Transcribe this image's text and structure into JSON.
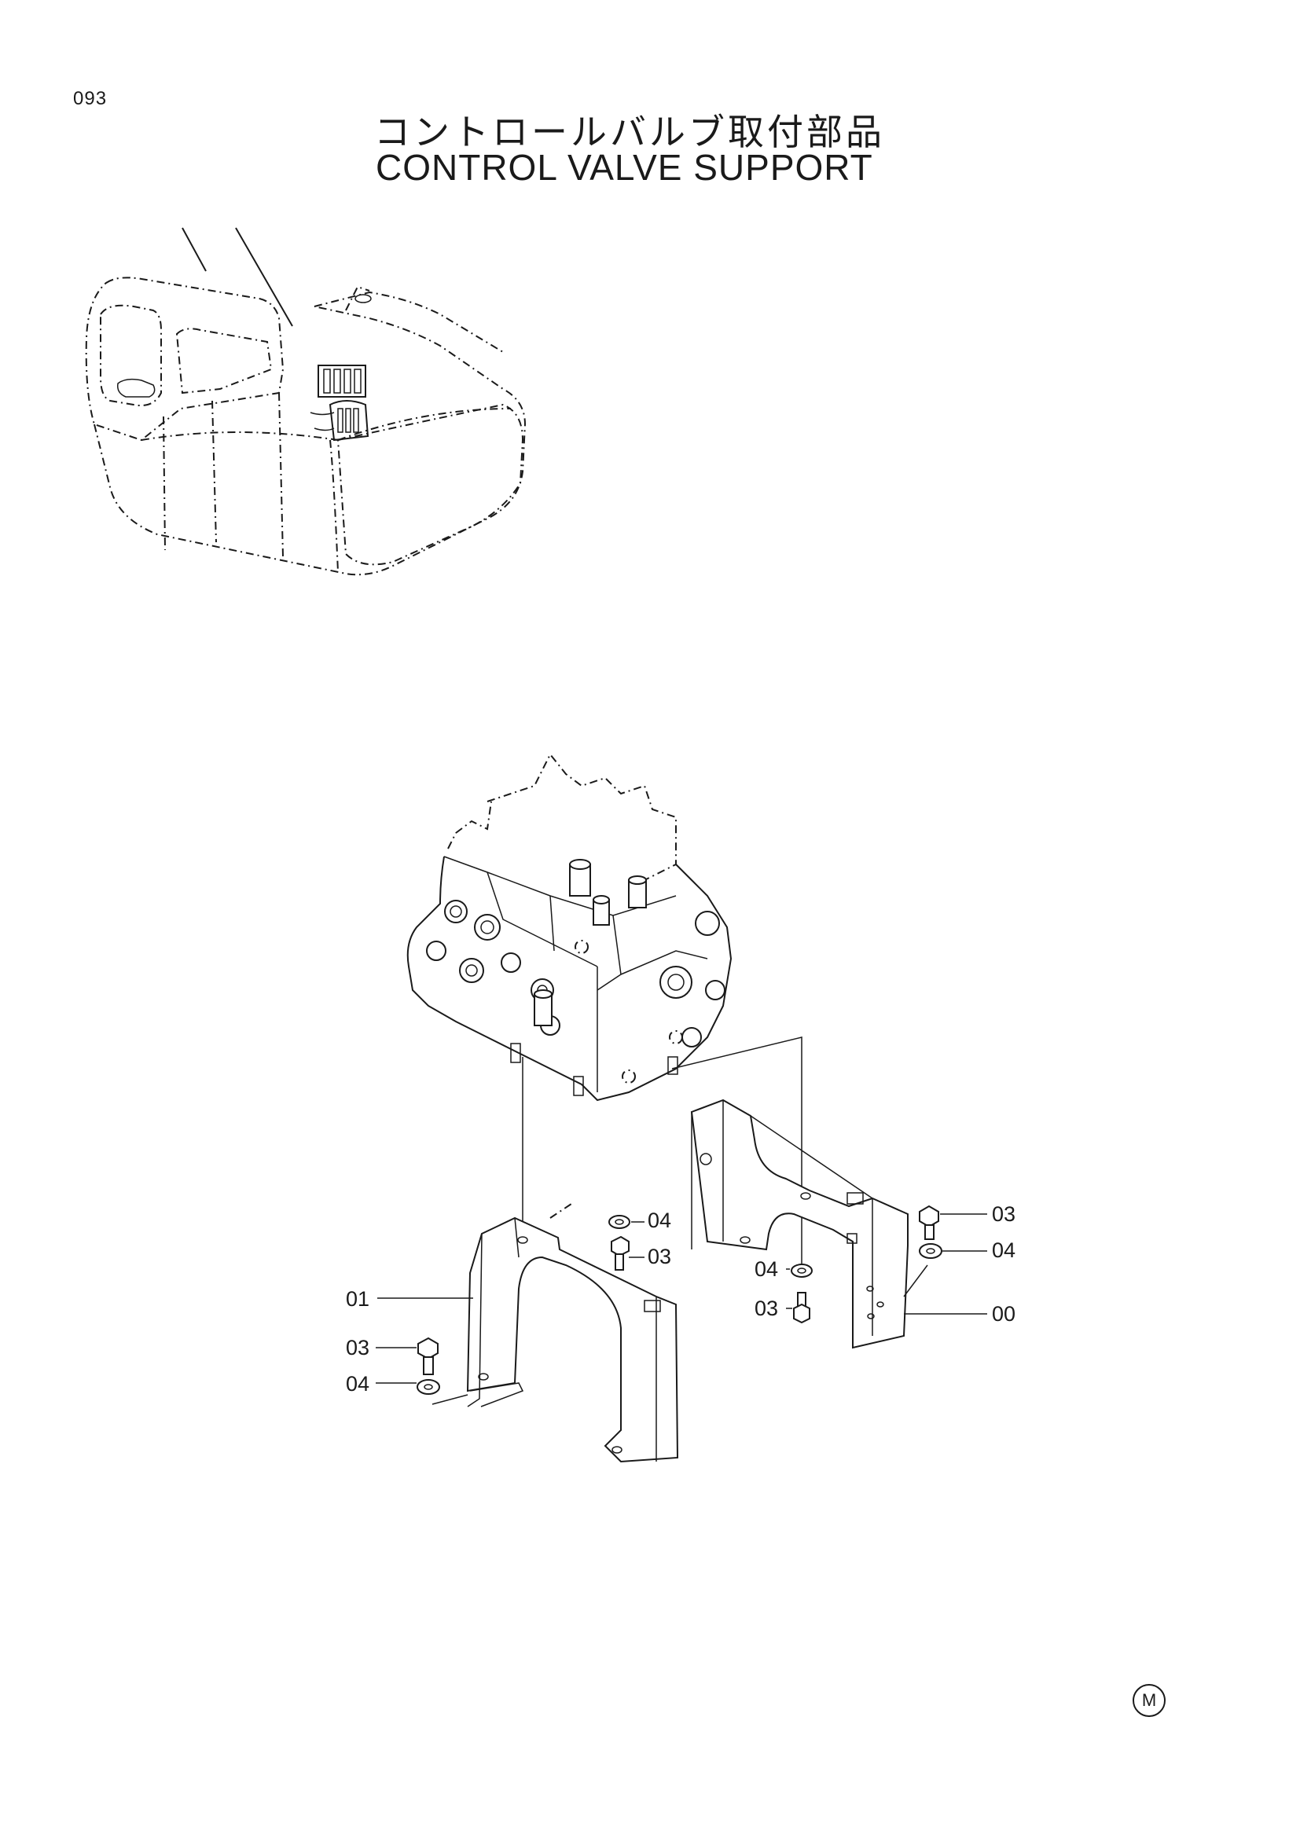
{
  "header": {
    "page_number": "093",
    "title_jp": "コントロールバルブ取付部品",
    "title_en": "CONTROL VALVE SUPPORT"
  },
  "callouts": {
    "bracket_left": "01",
    "bracket_right": "00",
    "bolt_left_top": "03",
    "washer_left_top": "04",
    "bolt_left_bottom": "03",
    "washer_left_bottom": "04",
    "washer_center": "04",
    "bolt_center": "03",
    "bolt_right": "03",
    "washer_right": "04"
  },
  "footer": {
    "mark": "M"
  },
  "colors": {
    "ink": "#1a1a1a",
    "paper": "#ffffff"
  }
}
